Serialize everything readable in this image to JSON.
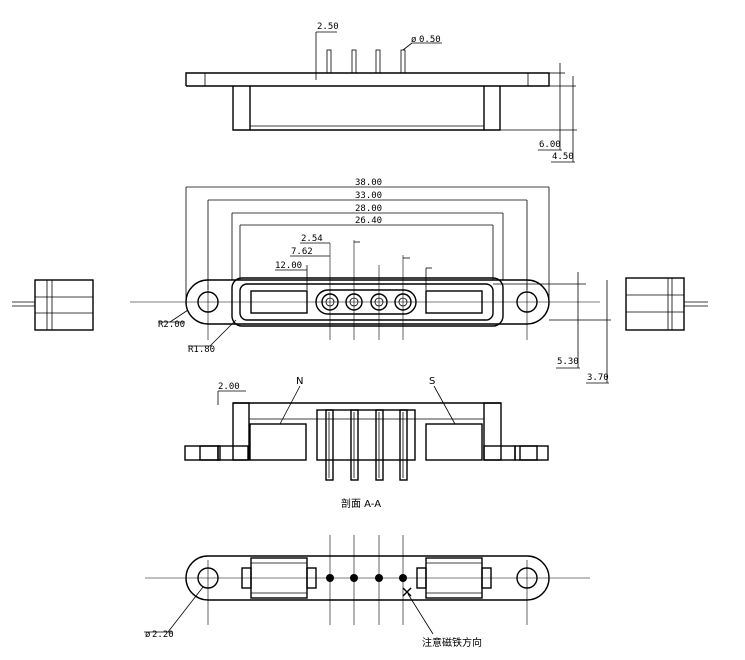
{
  "top_view": {
    "pin_pitch": "2.50",
    "pin_diameter": "0.50",
    "pin_length": "6.00",
    "body_height": "4.50"
  },
  "front_view": {
    "overall_length": "38.00",
    "hole_spacing": "33.00",
    "outer_slot_length": "28.00",
    "inner_slot_length": "26.40",
    "pitch_1": "2.54",
    "pitch_2": "7.62",
    "magnet_spacing": "12.00",
    "end_radius": "R2.00",
    "slot_radius": "R1.80",
    "height_outer": "5.30",
    "height_inner": "3.70"
  },
  "section_view": {
    "wall": "2.00",
    "pole_north": "N",
    "pole_south": "S",
    "caption": "剖面 A-A"
  },
  "bottom_view": {
    "hole_diameter": "2.20",
    "magnet_note": "注意磁铁方向"
  }
}
